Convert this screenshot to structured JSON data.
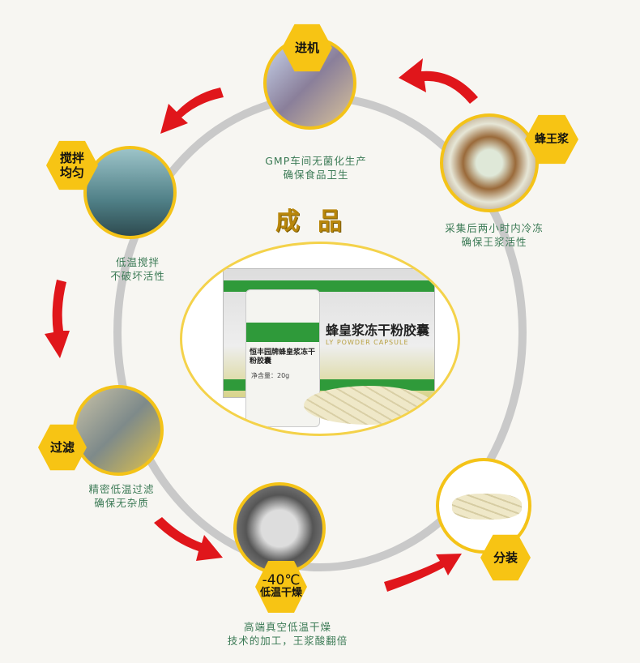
{
  "title": "成品",
  "steps": [
    {
      "label": "进机",
      "caption": [
        "GMP车间无菌化生产",
        "确保食品卫生"
      ]
    },
    {
      "label": "蜂王浆",
      "caption": [
        "采集后两小时内冷冻",
        "确保王浆活性"
      ]
    },
    {
      "label": "搅拌均匀",
      "caption": [
        "低温搅拌",
        "不破坏活性"
      ]
    },
    {
      "label": "过滤",
      "caption": [
        "精密低温过滤",
        "确保无杂质"
      ]
    },
    {
      "label_temp": "-40℃",
      "label": "低温干燥",
      "caption": [
        "高端真空低温干燥",
        "技术的加工，王浆酸翻倍"
      ]
    },
    {
      "label": "分装",
      "caption": []
    }
  ],
  "product": {
    "name": "蜂皇浆冻干粉胶囊",
    "bottle_name": "恒丰园牌蜂皇浆冻干粉胶囊",
    "english": "LY POWDER CAPSULE",
    "net": "净含量：20g"
  },
  "colors": {
    "hex": "#f7c414",
    "arrow": "#e0161b",
    "caption": "#3b7a55",
    "ring": "#c9c9c9"
  }
}
